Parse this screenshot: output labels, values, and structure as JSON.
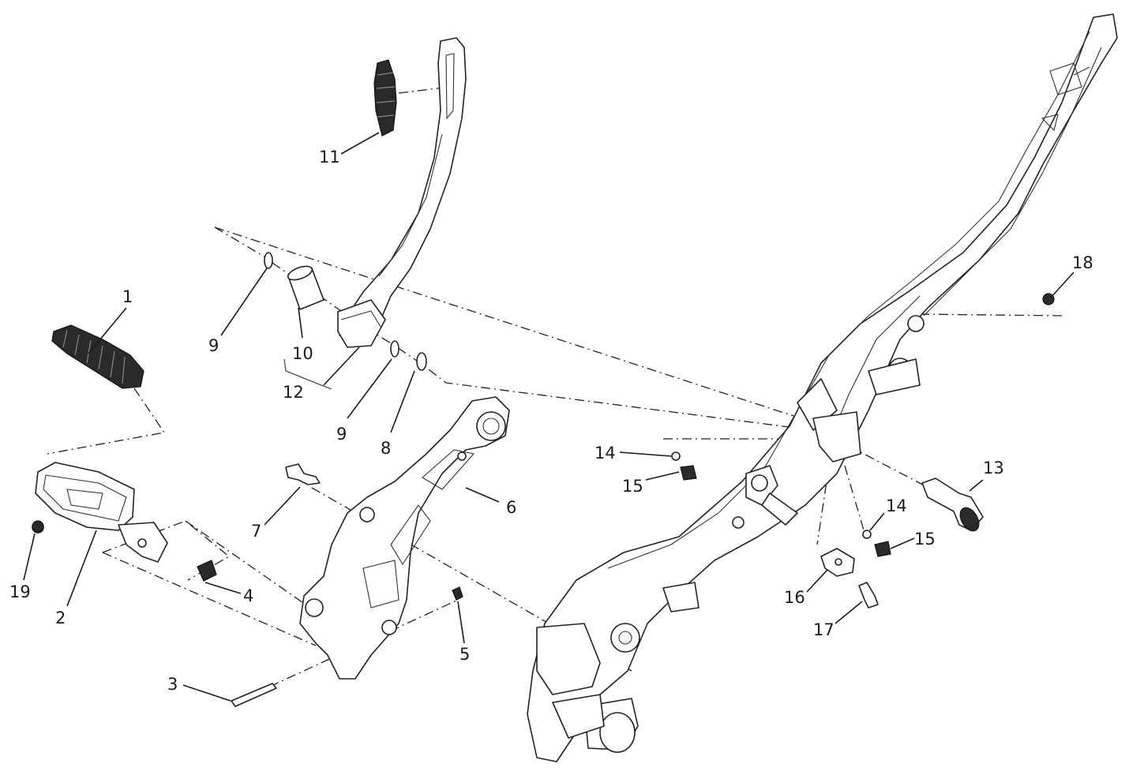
{
  "diagram": {
    "callouts": [
      {
        "id": "c1",
        "text": "1"
      },
      {
        "id": "c2",
        "text": "2"
      },
      {
        "id": "c3",
        "text": "3"
      },
      {
        "id": "c4",
        "text": "4"
      },
      {
        "id": "c5",
        "text": "5"
      },
      {
        "id": "c6",
        "text": "6"
      },
      {
        "id": "c7",
        "text": "7"
      },
      {
        "id": "c8",
        "text": "8"
      },
      {
        "id": "c9a",
        "text": "9"
      },
      {
        "id": "c9b",
        "text": "9"
      },
      {
        "id": "c10",
        "text": "10"
      },
      {
        "id": "c11",
        "text": "11"
      },
      {
        "id": "c12",
        "text": "12"
      },
      {
        "id": "c13",
        "text": "13"
      },
      {
        "id": "c14a",
        "text": "14"
      },
      {
        "id": "c14b",
        "text": "14"
      },
      {
        "id": "c15a",
        "text": "15"
      },
      {
        "id": "c15b",
        "text": "15"
      },
      {
        "id": "c16",
        "text": "16"
      },
      {
        "id": "c17",
        "text": "17"
      },
      {
        "id": "c18",
        "text": "18"
      },
      {
        "id": "c19",
        "text": "19"
      }
    ]
  }
}
